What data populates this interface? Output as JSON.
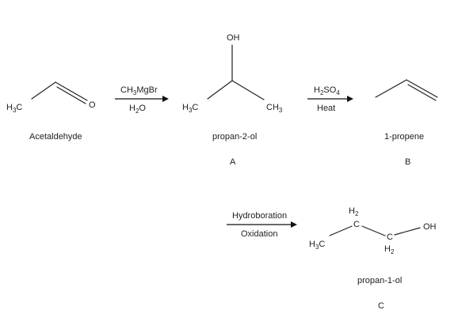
{
  "acetaldehyde": {
    "ch3": {
      "base": "H",
      "sub": "3",
      "tail": "C"
    },
    "oxygen": "O",
    "name": "Acetaldehyde"
  },
  "step1": {
    "reagent_top": {
      "a": "CH",
      "sub1": "3",
      "b": "MgBr"
    },
    "reagent_bottom": {
      "a": "H",
      "sub1": "2",
      "b": "O"
    }
  },
  "compoundA": {
    "oh": "OH",
    "left_ch3": {
      "base": "H",
      "sub": "3",
      "tail": "C"
    },
    "right_ch3": {
      "base": "CH",
      "sub": "3"
    },
    "name": "propan-2-ol",
    "letter": "A"
  },
  "step2": {
    "reagent_top": {
      "a": "H",
      "sub1": "2",
      "b": "SO",
      "sub2": "4"
    },
    "reagent_bottom": "Heat"
  },
  "compoundB": {
    "name": "1-propene",
    "letter": "B"
  },
  "step3": {
    "reagent_top": "Hydroboration",
    "reagent_bottom": "Oxidation"
  },
  "compoundC": {
    "upper_h2": {
      "base": "H",
      "sub": "2"
    },
    "upper_c": "C",
    "lower_c": "C",
    "lower_h2": {
      "base": "H",
      "sub": "2"
    },
    "left_ch3": {
      "base": "H",
      "sub": "3",
      "tail": "C"
    },
    "oh": "OH",
    "name": "propan-1-ol",
    "letter": "C"
  }
}
